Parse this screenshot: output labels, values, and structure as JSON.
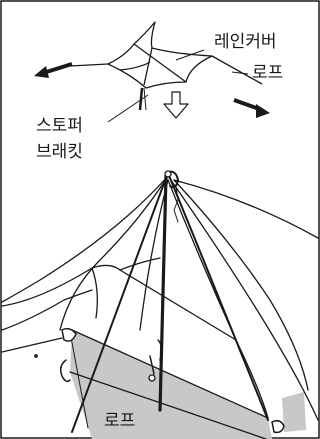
{
  "labels": {
    "rain_cover": "레인커버",
    "rope_top": "로프",
    "stopper_line1": "스토퍼",
    "stopper_line2": "브래킷",
    "rope_bottom": "로프"
  },
  "colors": {
    "line": "#1a1a1a",
    "band_fill": "#c8c8c8",
    "background": "#ffffff"
  },
  "icons": {
    "arrow_left": "arrow-left-icon",
    "arrow_right": "arrow-right-icon",
    "arrow_down": "hollow-down-arrow-icon"
  }
}
